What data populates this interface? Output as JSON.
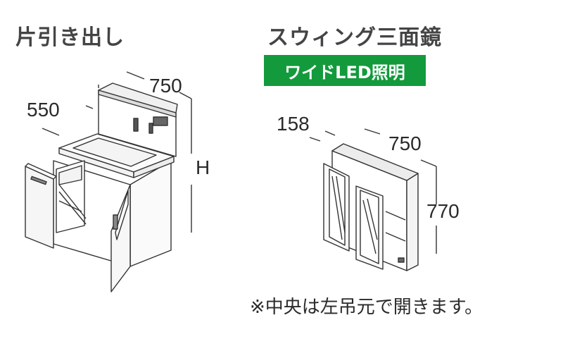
{
  "left": {
    "title": "片引き出し",
    "dim_width": "750",
    "dim_depth": "550",
    "dim_height": "H"
  },
  "right": {
    "title": "スウィング三面鏡",
    "badge": "ワイドLED照明",
    "badge_color": "#139a3c",
    "dim_depth": "158",
    "dim_width": "750",
    "dim_height": "770"
  },
  "note": "※中央は左吊元で開きます。"
}
